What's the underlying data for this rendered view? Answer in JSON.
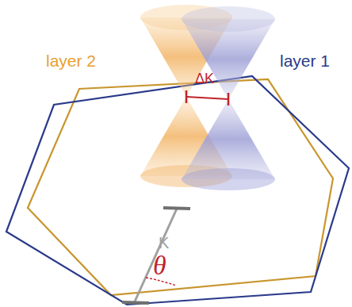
{
  "diagram": {
    "labels": [
      "layer 2",
      "layer 1",
      "ΔK",
      "K",
      "θ"
    ]
  }
}
